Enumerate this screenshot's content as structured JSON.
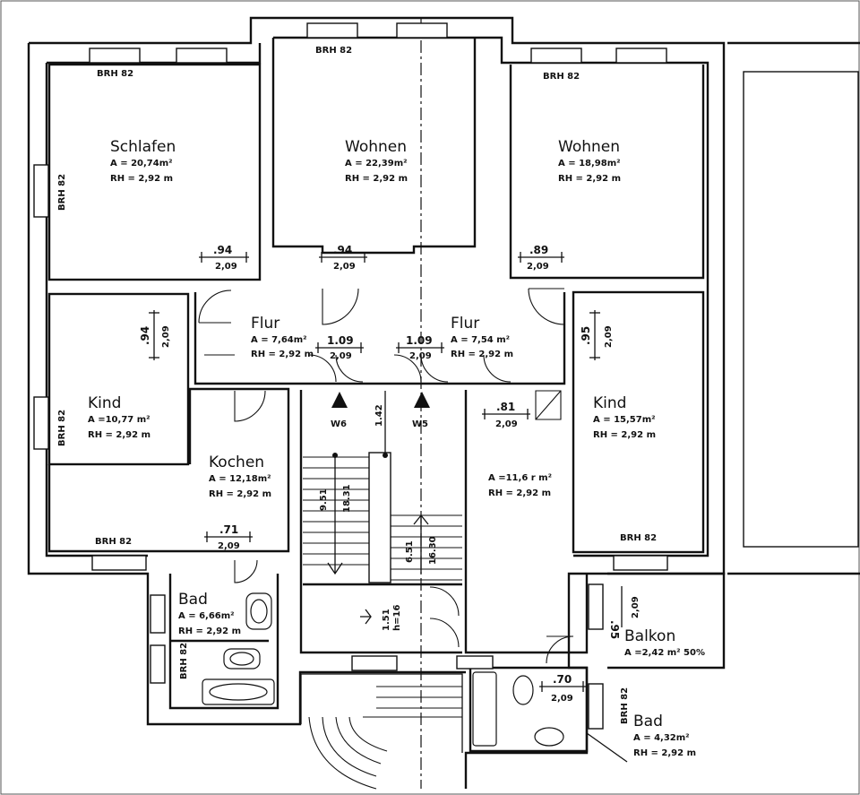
{
  "rooms": [
    {
      "name": "Schlafen",
      "area": "A = 20,74m²",
      "height": "RH = 2,92 m"
    },
    {
      "name": "Wohnen",
      "area": "A = 22,39m²",
      "height": "RH = 2,92 m"
    },
    {
      "name": "Wohnen",
      "area": "A = 18,98m²",
      "height": "RH = 2,92 m"
    },
    {
      "name": "Flur",
      "area": "A = 7,64m²",
      "height": "RH = 2,92 m"
    },
    {
      "name": "Flur",
      "area": "A = 7,54 m²",
      "height": "RH = 2,92 m"
    },
    {
      "name": "Kind",
      "area": "A =10,77 m²",
      "height": "RH = 2,92 m"
    },
    {
      "name": "Kind",
      "area": "A = 15,57m²",
      "height": "RH = 2,92 m"
    },
    {
      "name": "Kochen",
      "area": "A = 12,18m²",
      "height": "RH = 2,92 m"
    },
    {
      "name": "Bad",
      "area": "A = 6,66m²",
      "height": "RH = 2,92 m"
    },
    {
      "name": "Balkon",
      "area": "A =2,42 m² 50%",
      "height": ""
    },
    {
      "name": "Bad",
      "area": "A = 4,32m²",
      "height": "RH = 2,92 m"
    },
    {
      "name": "",
      "area": "A =11,6 r m²",
      "height": "RH = 2,92 m"
    }
  ],
  "parapet_label": "BRH 82",
  "doors": [
    {
      "width": ".94",
      "height": "2,09"
    },
    {
      "width": ".94",
      "height": "2,09"
    },
    {
      "width": ".89",
      "height": "2,09"
    },
    {
      "width": ".94",
      "height": "2,09"
    },
    {
      "width": "1.09",
      "height": "2,09"
    },
    {
      "width": "1.09",
      "height": "2,09"
    },
    {
      "width": ".95",
      "height": "2,09"
    },
    {
      "width": ".81",
      "height": "2,09"
    },
    {
      "width": ".71",
      "height": "2,09"
    },
    {
      "width": ".95",
      "height": "2,09"
    },
    {
      "width": ".70",
      "height": "2,09"
    }
  ],
  "stair_labels": {
    "marker_left": "W6",
    "marker_right": "W5",
    "landing_dim": "1.42",
    "flight_left_a": "9.51",
    "flight_left_b": "18.31",
    "flight_right_a": "6.51",
    "flight_right_b": "16.30",
    "landing_small_a": "1.51",
    "landing_small_b": "h=16"
  }
}
